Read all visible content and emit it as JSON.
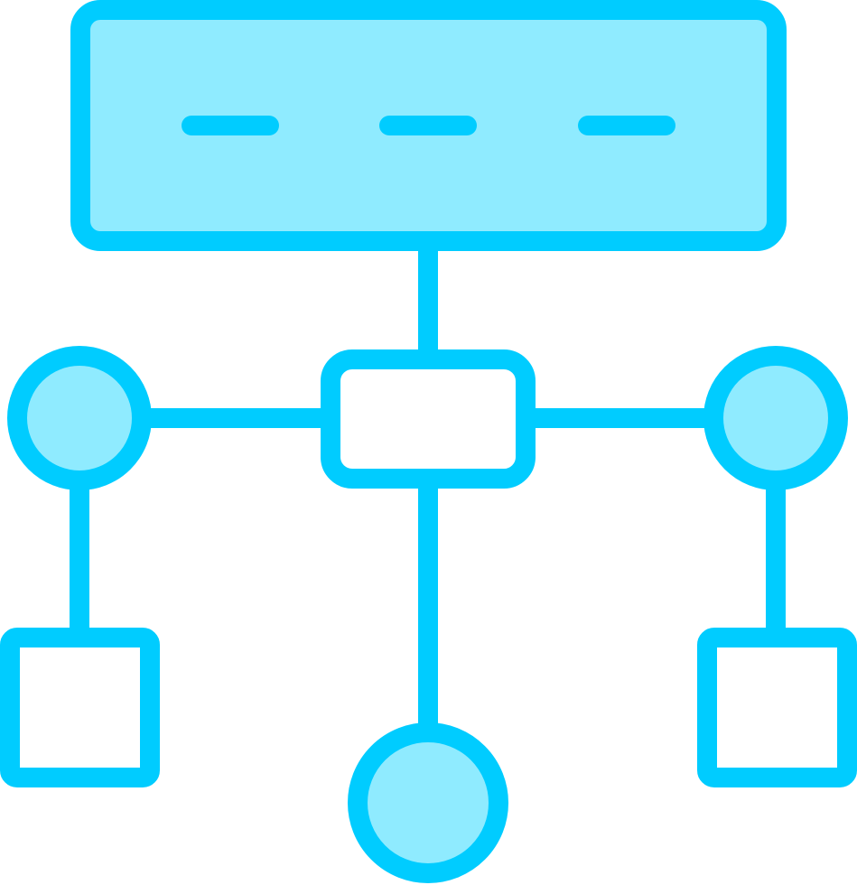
{
  "icon": {
    "name": "hierarchy-structure-icon",
    "stroke_color": "#00CCFF",
    "fill_color": "#8FEBFF",
    "background_color": "#FFFFFF"
  },
  "nodes": [
    {
      "name": "top-banner-box",
      "shape": "rounded-rect",
      "filled": true,
      "has_dashes": true
    },
    {
      "name": "center-hub-box",
      "shape": "rounded-rect",
      "filled": false
    },
    {
      "name": "left-circle-node",
      "shape": "circle",
      "filled": true
    },
    {
      "name": "right-circle-node",
      "shape": "circle",
      "filled": true
    },
    {
      "name": "bottom-circle-node",
      "shape": "circle",
      "filled": true
    },
    {
      "name": "left-square-node",
      "shape": "square",
      "filled": false
    },
    {
      "name": "right-square-node",
      "shape": "square",
      "filled": false
    }
  ],
  "edges": [
    [
      "top-banner-box",
      "center-hub-box"
    ],
    [
      "center-hub-box",
      "left-circle-node"
    ],
    [
      "center-hub-box",
      "right-circle-node"
    ],
    [
      "center-hub-box",
      "bottom-circle-node"
    ],
    [
      "left-circle-node",
      "left-square-node"
    ],
    [
      "right-circle-node",
      "right-square-node"
    ]
  ]
}
